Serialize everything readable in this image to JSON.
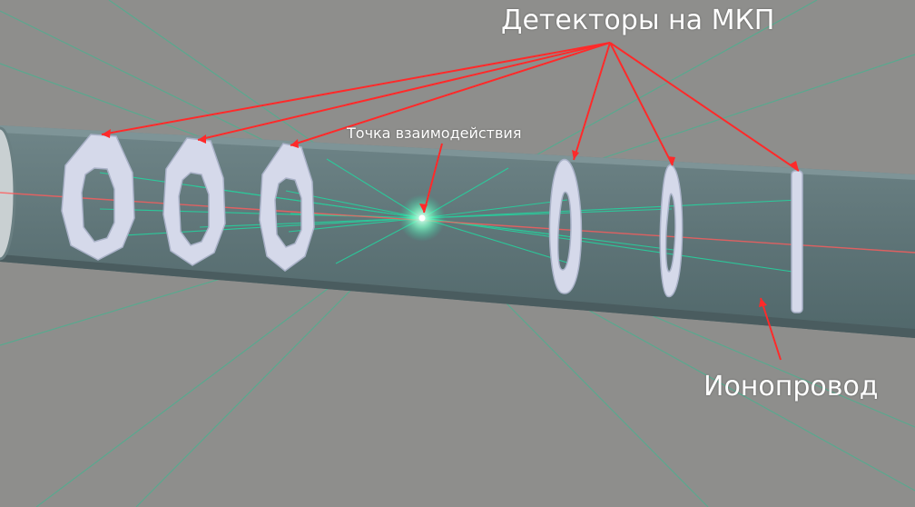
{
  "labels": {
    "detectors": "Детекторы на МКП",
    "interaction_point": "Точка взаимодействия",
    "beam_pipe": "Ионопровод"
  },
  "colors": {
    "background": "#8e8e8c",
    "pipe_wall": "#5f7578",
    "pipe_shadow": "#4d5f62",
    "detector": "#d5d9ea",
    "pointer": "#ff2a2a",
    "ray": "#22d7a0",
    "beam": "#ff5c5c"
  }
}
